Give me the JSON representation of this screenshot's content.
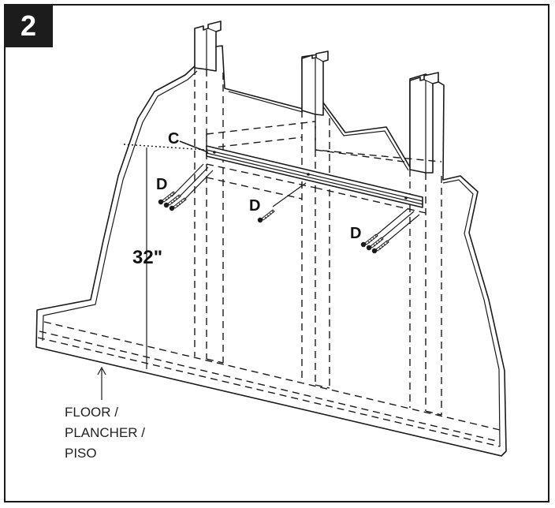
{
  "step": {
    "number": "2"
  },
  "labels": {
    "bracket": "C",
    "screw_left": "D",
    "screw_center": "D",
    "screw_right": "D",
    "height": "32\"",
    "floor_line1": "FLOOR /",
    "floor_line2": "PLANCHER /",
    "floor_line3": "PISO"
  },
  "icons": {
    "screw": "screw-icon",
    "arrow": "arrow-up-icon"
  },
  "colors": {
    "line": "#1a1a1a",
    "badge_bg": "#1c1c1c",
    "badge_text": "#ffffff"
  }
}
